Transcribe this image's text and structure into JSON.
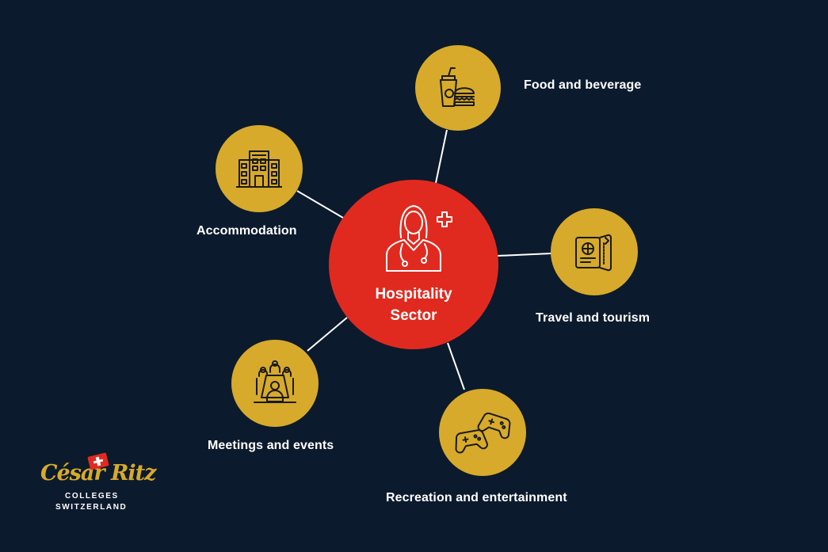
{
  "center": {
    "line1": "Hospitality",
    "line2": "Sector"
  },
  "nodes": [
    {
      "label": "Food and beverage",
      "icon": "food-beverage-icon"
    },
    {
      "label": "Accommodation",
      "icon": "hotel-building-icon"
    },
    {
      "label": "Travel and tourism",
      "icon": "passport-ticket-icon"
    },
    {
      "label": "Meetings and events",
      "icon": "meeting-table-icon"
    },
    {
      "label": "Recreation and entertainment",
      "icon": "game-controllers-icon"
    }
  ],
  "logo": {
    "script": "César Ritz",
    "line1": "COLLEGES",
    "line2": "SWITZERLAND"
  },
  "colors": {
    "background": "#0c1a2d",
    "center": "#e12a1f",
    "node": "#d7aa2b",
    "line": "#ffffff",
    "text": "#ffffff"
  }
}
